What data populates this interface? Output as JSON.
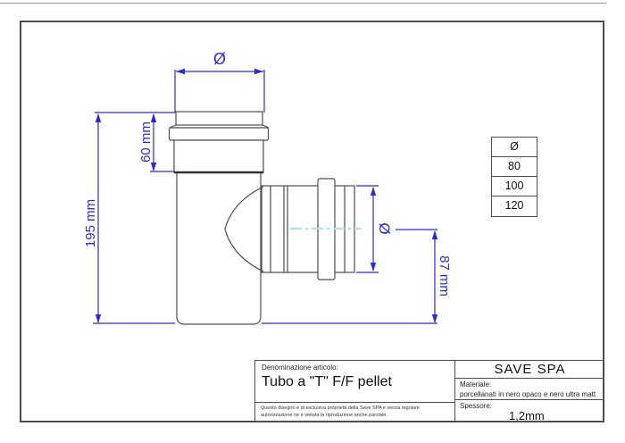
{
  "drawing": {
    "total_height_label": "195 mm",
    "socket_depth_label": "60 mm",
    "branch_offset_label": "87 mm",
    "top_diameter_symbol": "Ø",
    "branch_diameter_symbol": "Ø"
  },
  "size_table": {
    "header": "Ø",
    "rows": [
      "80",
      "100",
      "120"
    ]
  },
  "title_block": {
    "denomination_label": "Denominazione articolo:",
    "article_name": "Tubo a \"T\" F/F pellet",
    "company": "SAVE SPA",
    "material_label": "Materiale:",
    "material_value": "porcellanati in nero opaco e nero ultra matt",
    "thickness_label": "Spessore:",
    "thickness_value": "1,2mm",
    "disclaimer": "Questo disegno è di esclusiva proprietà della Save SPA e senza regolare autorizzazione ne è vietata la riproduzione anche parziale."
  },
  "colors": {
    "dimension_blue": "#2b2bd6",
    "centerline_cyan": "#9ce9f0",
    "outline_gray": "#4d4d4d"
  }
}
